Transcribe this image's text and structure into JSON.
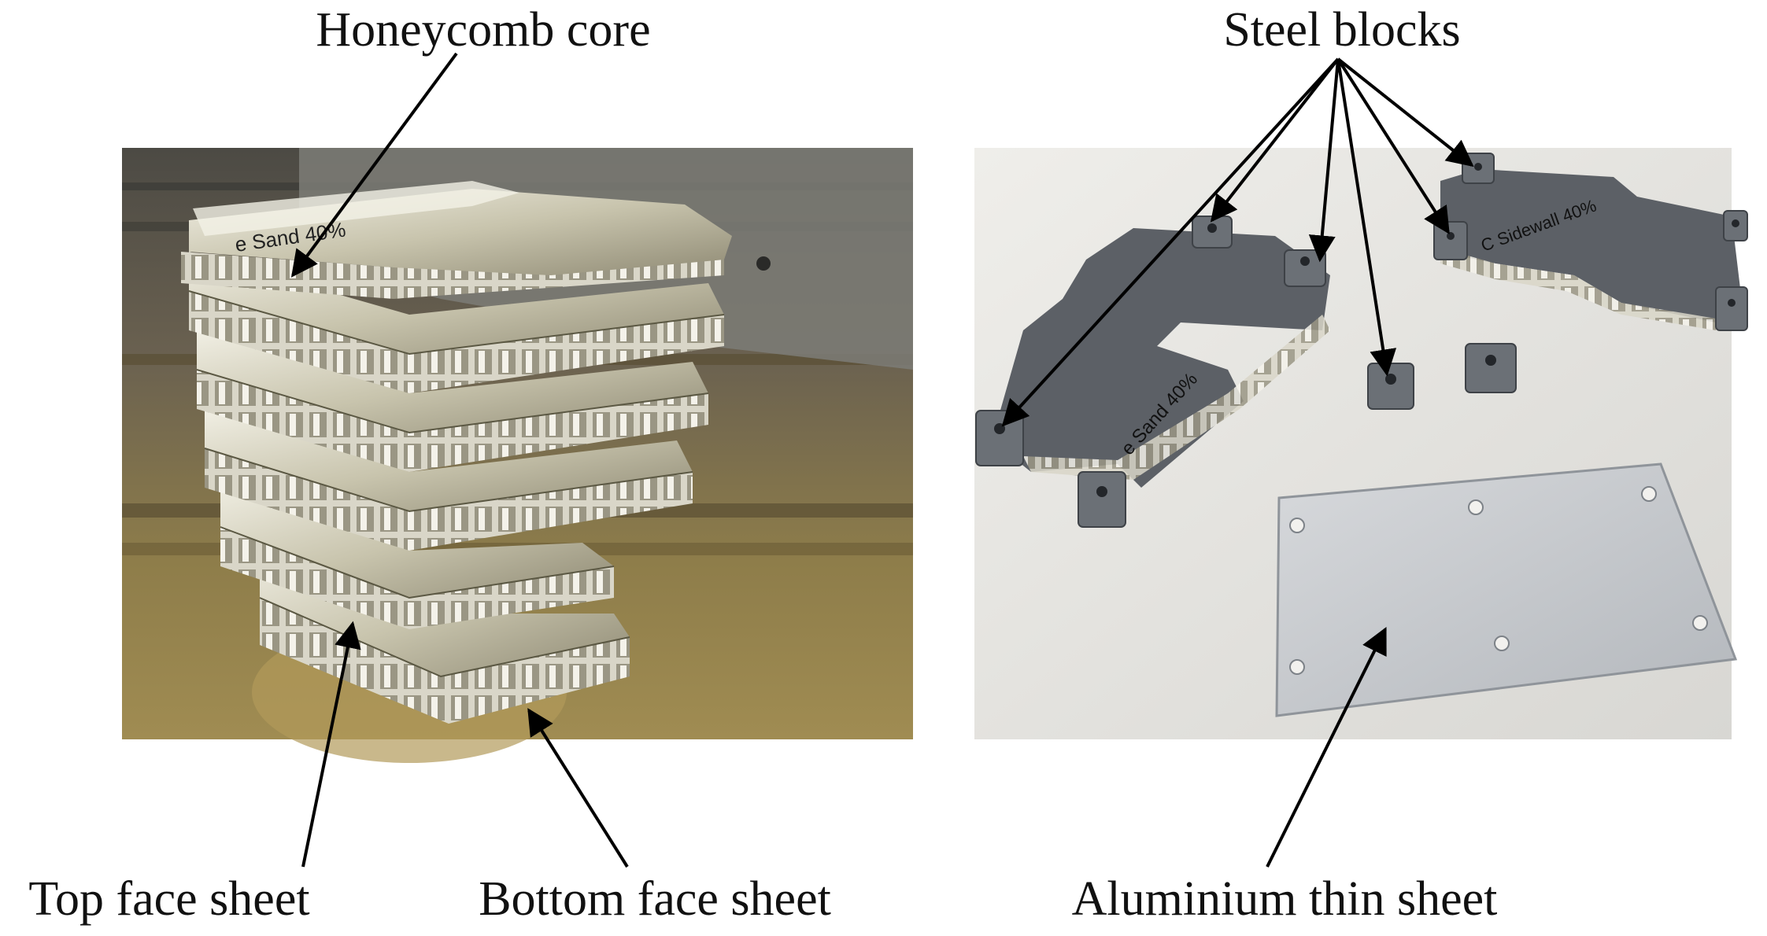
{
  "labels": {
    "honeycomb_core": "Honeycomb core",
    "steel_blocks": "Steel blocks",
    "top_face_sheet": "Top face sheet",
    "bottom_face_sheet": "Bottom face sheet",
    "aluminium_thin_sheet": "Aluminium thin sheet"
  },
  "sample_markings": {
    "left_photo": "e Sand 40%",
    "right_panel_a": "e Sand 40%",
    "right_panel_b": "C Sidewall 40%"
  },
  "colors": {
    "background": "#ffffff",
    "arrow": "#000000",
    "brass_workbench": "#8a7a45",
    "aluminium": "#c9ccd0",
    "steel_plate": "#5a5e63",
    "table_surface": "#e2e1dd"
  }
}
